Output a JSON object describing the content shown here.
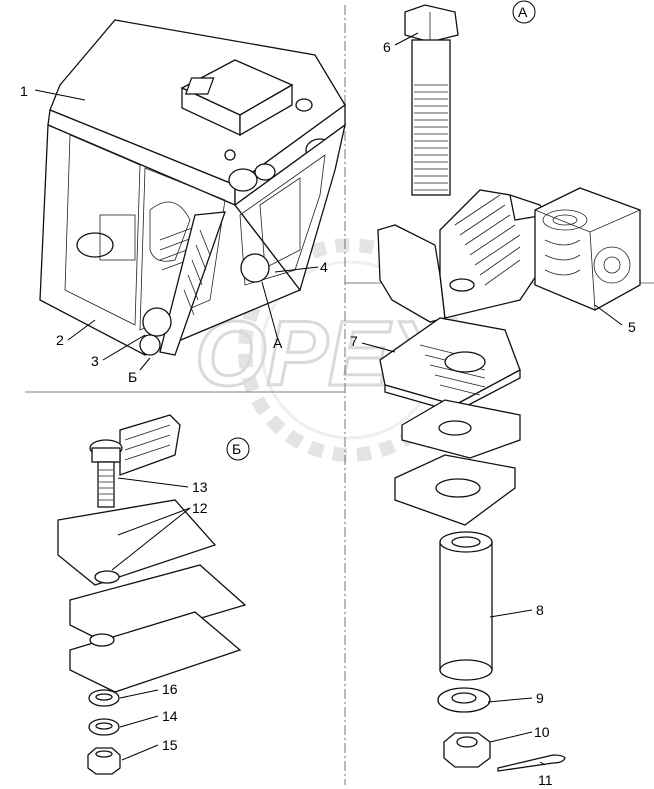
{
  "sections": {
    "a_label": "А",
    "b_label": "Б",
    "view_a_marker": "А",
    "view_b_marker": "Б"
  },
  "callouts": [
    {
      "id": "1",
      "text": "1"
    },
    {
      "id": "2",
      "text": "2"
    },
    {
      "id": "3",
      "text": "3"
    },
    {
      "id": "4",
      "text": "4"
    },
    {
      "id": "5",
      "text": "5"
    },
    {
      "id": "6",
      "text": "6"
    },
    {
      "id": "7",
      "text": "7"
    },
    {
      "id": "8",
      "text": "8"
    },
    {
      "id": "9",
      "text": "9"
    },
    {
      "id": "10",
      "text": "10"
    },
    {
      "id": "11",
      "text": "11"
    },
    {
      "id": "12",
      "text": "12"
    },
    {
      "id": "13",
      "text": "13"
    },
    {
      "id": "14",
      "text": "14"
    },
    {
      "id": "15",
      "text": "15"
    },
    {
      "id": "16",
      "text": "16"
    }
  ],
  "watermark": "OPEX",
  "colors": {
    "line": "#000000",
    "watermark": "#d8d8d8",
    "background": "#ffffff"
  }
}
